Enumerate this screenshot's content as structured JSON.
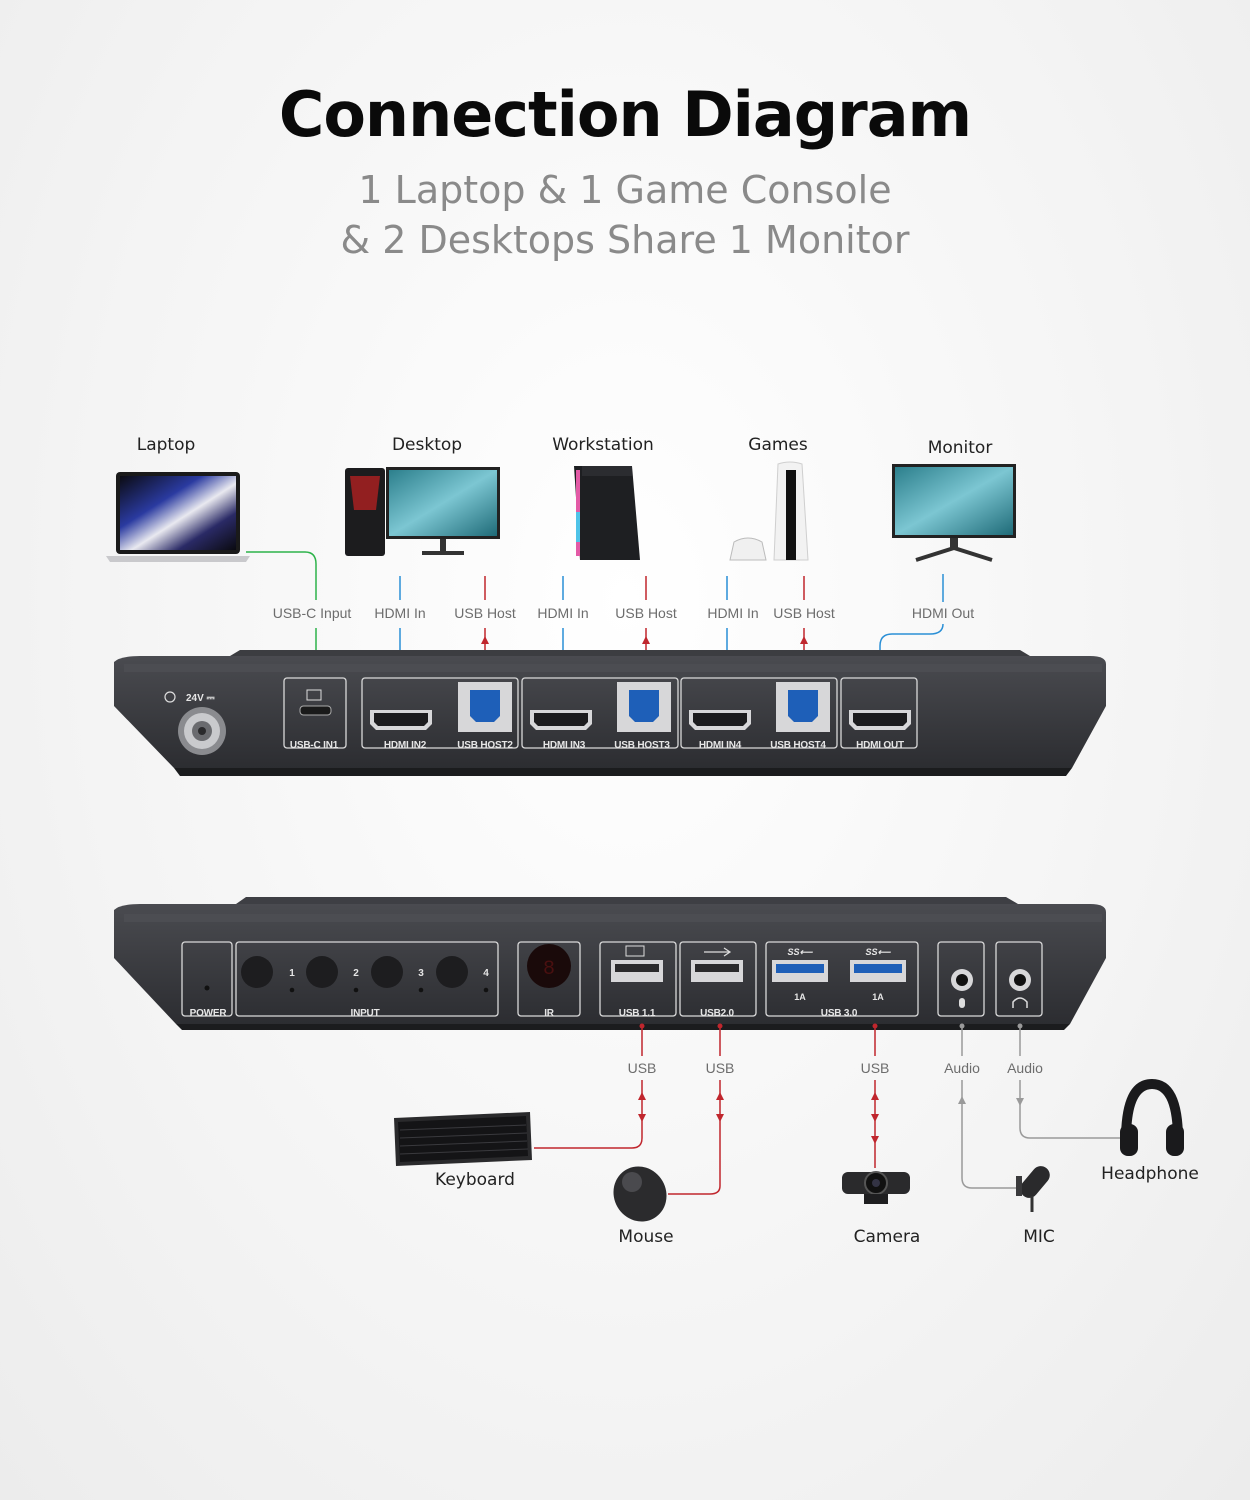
{
  "header": {
    "title": "Connection Diagram",
    "subtitle_line1": "1 Laptop & 1 Game Console",
    "subtitle_line2": "& 2 Desktops Share 1 Monitor"
  },
  "rear_panel": {
    "devices": {
      "laptop": "Laptop",
      "desktop": "Desktop",
      "workstation": "Workstation",
      "games": "Games",
      "monitor": "Monitor"
    },
    "connections": {
      "usbc_input": "USB-C Input",
      "hdmi_in_1": "HDMI In",
      "usb_host_1": "USB Host",
      "hdmi_in_2": "HDMI In",
      "usb_host_2": "USB Host",
      "hdmi_in_3": "HDMI In",
      "usb_host_3": "USB Host",
      "hdmi_out": "HDMI Out"
    },
    "ports": {
      "power_voltage": "24V ⎓",
      "usbc_in1": "USB-C IN1",
      "hdmi_in2": "HDMI IN2",
      "usb_host2": "USB HOST2",
      "hdmi_in3": "HDMI IN3",
      "usb_host3": "USB HOST3",
      "hdmi_in4": "HDMI IN4",
      "usb_host4": "USB HOST4",
      "hdmi_out": "HDMI OUT"
    }
  },
  "front_panel": {
    "ports": {
      "power": "POWER",
      "input": "INPUT",
      "input_1": "1",
      "input_2": "2",
      "input_3": "3",
      "input_4": "4",
      "ir": "IR",
      "usb11": "USB 1.1",
      "usb20": "USB2.0",
      "usb30": "USB 3.0",
      "amp_1": "1A",
      "amp_2": "1A"
    },
    "connections": {
      "usb_1": "USB",
      "usb_2": "USB",
      "usb_3": "USB",
      "audio_1": "Audio",
      "audio_2": "Audio"
    },
    "devices": {
      "keyboard": "Keyboard",
      "mouse": "Mouse",
      "camera": "Camera",
      "mic": "MIC",
      "headphone": "Headphone"
    }
  },
  "colors": {
    "usbc_line": "#2db34a",
    "hdmi_line": "#2a8fd6",
    "usb_line": "#c0262d",
    "audio_line": "#9a9a9a",
    "device_body": "#3a3b3f"
  }
}
